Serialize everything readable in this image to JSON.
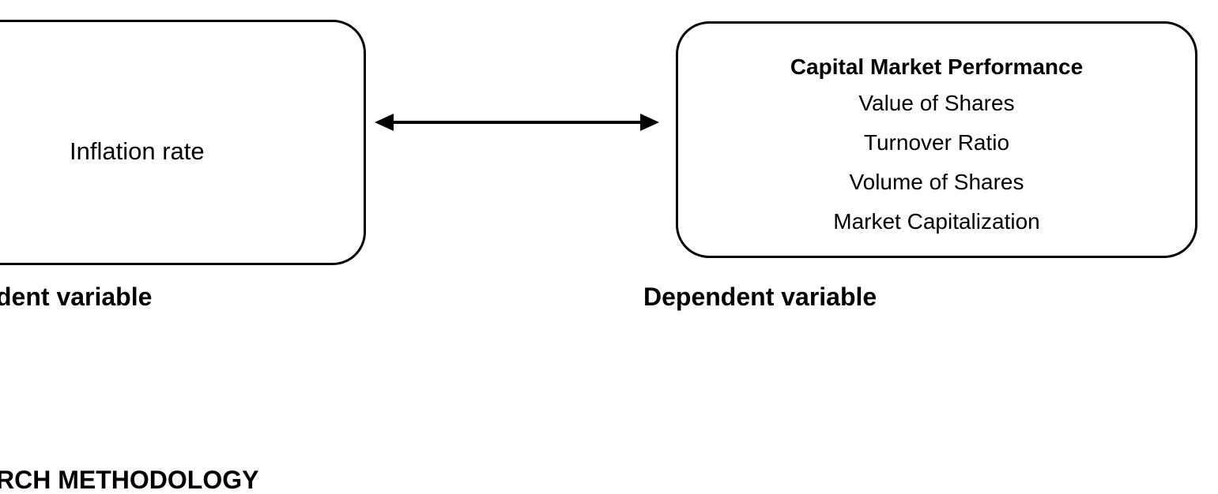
{
  "independent_box": {
    "label": "Inflation rate"
  },
  "dependent_box": {
    "title": "Capital Market Performance",
    "items": [
      "Value of Shares",
      "Turnover Ratio",
      "Volume of Shares",
      "Market Capitalization"
    ]
  },
  "captions": {
    "left": "dent variable",
    "right": "Dependent variable"
  },
  "section_heading": "RCH METHODOLOGY",
  "relationship": {
    "type": "bidirectional-arrow",
    "color": "#000000"
  }
}
